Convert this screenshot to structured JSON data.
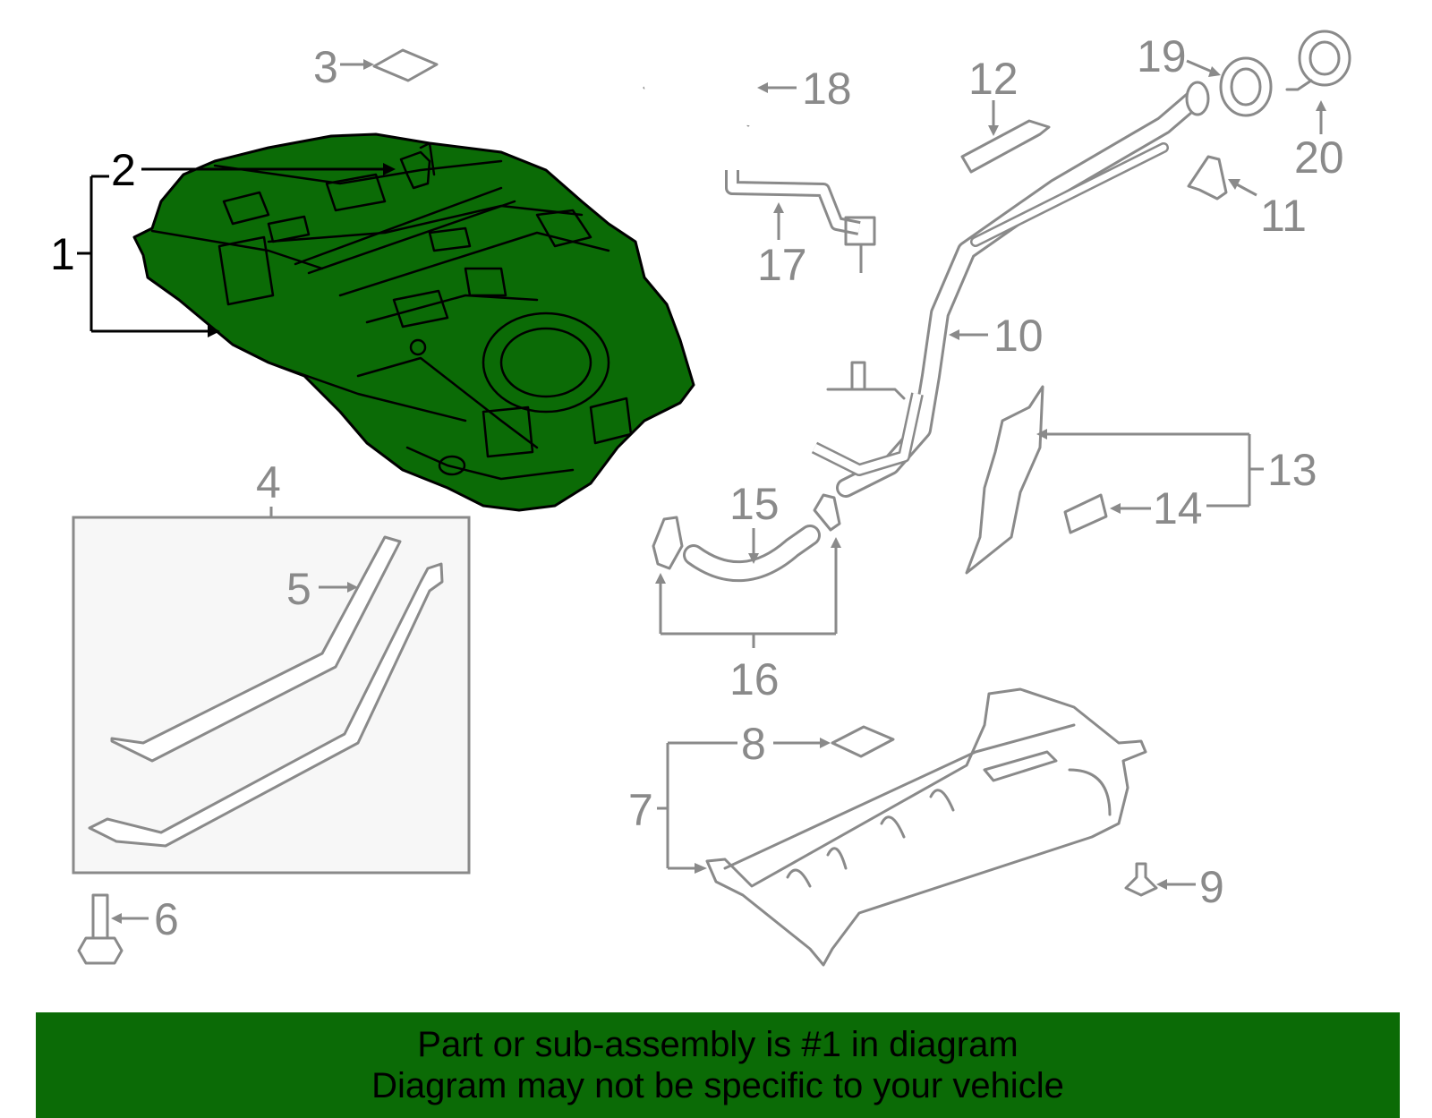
{
  "colors": {
    "highlight": "#0b6b06",
    "line": "#8a8a8a",
    "active_line": "#000000",
    "box_bg": "#f7f7f7"
  },
  "callouts": {
    "c1": "1",
    "c2": "2",
    "c3": "3",
    "c4": "4",
    "c5": "5",
    "c6": "6",
    "c7": "7",
    "c8": "8",
    "c9": "9",
    "c10": "10",
    "c11": "11",
    "c12": "12",
    "c13": "13",
    "c14": "14",
    "c15": "15",
    "c16": "16",
    "c17": "17",
    "c18": "18",
    "c19": "19",
    "c20": "20"
  },
  "banner": {
    "line1": "Part or sub-assembly is #1 in diagram",
    "line2": "Diagram may not be specific to your vehicle"
  }
}
